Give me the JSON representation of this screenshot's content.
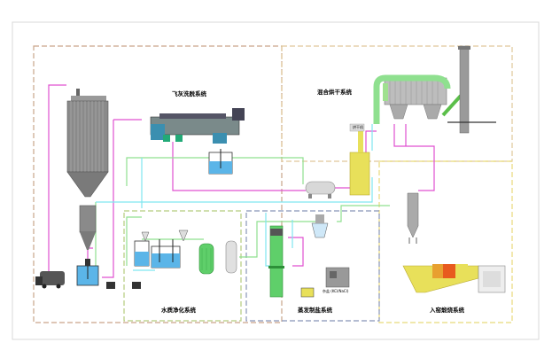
{
  "diagram": {
    "labels": {
      "fly_ash_washing": "飞灰洗脱系统",
      "mixed_drying": "混合烘干系统",
      "water_purification": "水质净化系统",
      "evaporation_salt": "蒸发制盐系统",
      "kiln_calcination": "入窑煅烧系统",
      "salt_product": "杂盐 (KCl/NaCl)",
      "dryer_small": "烘干机"
    },
    "colors": {
      "frame": "#c9a58a",
      "zone_yellow": "#e8d97a",
      "zone_green": "#b5cc7d",
      "zone_blue": "#8895b8",
      "line_magenta": "#e050d0",
      "line_green": "#8fe08f",
      "line_cyan": "#7fe6f0",
      "equip_green": "#5fcf6a",
      "equip_yellow": "#e8e05a",
      "equip_orange": "#e85a1e"
    }
  }
}
